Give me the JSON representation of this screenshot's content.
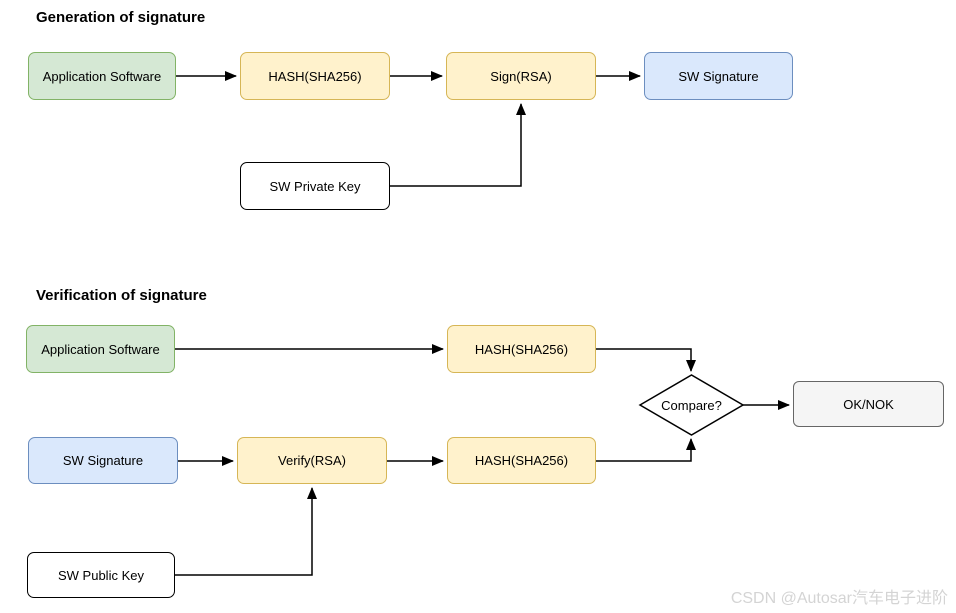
{
  "generation": {
    "title": "Generation of signature",
    "nodes": {
      "app_software": "Application Software",
      "hash": "HASH(SHA256)",
      "sign": "Sign(RSA)",
      "sw_signature": "SW Signature",
      "sw_private_key": "SW Private Key"
    }
  },
  "verification": {
    "title": "Verification of signature",
    "nodes": {
      "app_software": "Application Software",
      "hash_top": "HASH(SHA256)",
      "sw_signature": "SW Signature",
      "verify": "Verify(RSA)",
      "hash_bottom": "HASH(SHA256)",
      "compare": "Compare?",
      "ok_nok": "OK/NOK",
      "sw_public_key": "SW Public Key"
    }
  },
  "watermark": "CSDN @Autosar汽车电子进阶",
  "colors": {
    "green_fill": "#d5e8d4",
    "green_border": "#82b366",
    "yellow_fill": "#fff2cc",
    "yellow_border": "#d6b656",
    "blue_fill": "#dae8fc",
    "blue_border": "#6c8ebf",
    "gray_fill": "#f5f5f5",
    "gray_border": "#666666",
    "white_fill": "#ffffff",
    "line_color": "#000000",
    "watermark_color": "#d4d4d4"
  }
}
